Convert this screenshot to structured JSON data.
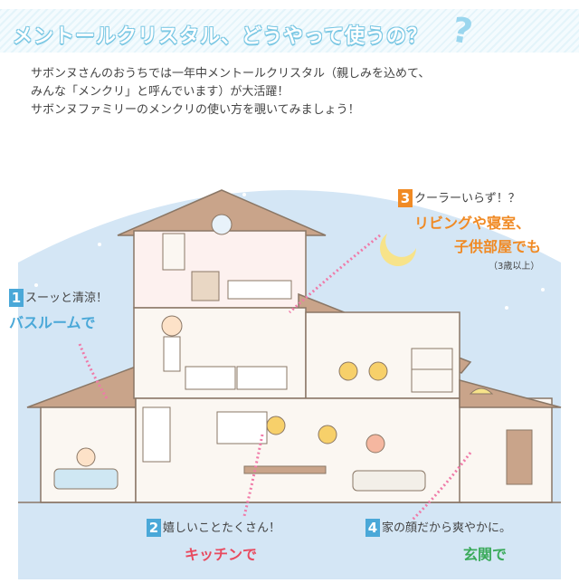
{
  "title": {
    "text": "メントールクリスタル、どうやって使うの？",
    "question_mark": "?"
  },
  "intro": {
    "lines": [
      "サボンヌさんのおうちでは一年中メントールクリスタル（親しみを込めて、",
      "みんな「メンクリ」と呼んでいます）が大活躍！",
      "サボンヌファミリーのメンクリの使い方を覗いてみましょう！"
    ]
  },
  "uses": [
    {
      "number": "1",
      "tagline": "スーッと清涼！",
      "place": "バスルームで",
      "color": "#4aa8d8"
    },
    {
      "number": "2",
      "tagline": "嬉しいことたくさん！",
      "place": "キッチンで",
      "color": "#e84a5f"
    },
    {
      "number": "3",
      "tagline": "クーラーいらず！？",
      "place_line1": "リビングや寝室、",
      "place_line2": "子供部屋でも",
      "note": "（3歳以上）",
      "color": "#f08a24"
    },
    {
      "number": "4",
      "tagline": "家の顔だから爽やかに。",
      "place": "玄関で",
      "color": "#3aaa5a"
    }
  ],
  "colors": {
    "sky": "#cfe3f4",
    "wall": "#fbf7f2",
    "outline": "#8a7766",
    "pink_path": "#f07aa8"
  }
}
